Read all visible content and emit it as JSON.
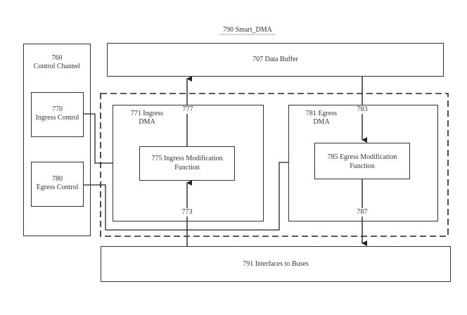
{
  "title": "790 Smart_DMA",
  "blocks": {
    "control_channel": {
      "number": "760",
      "label": "Control Channel"
    },
    "ingress_control": {
      "number": "770",
      "label": "Ingress Control"
    },
    "egress_control": {
      "number": "780",
      "label": "Egress Control"
    },
    "data_buffer": {
      "label": "707 Data Buffer"
    },
    "ingress_dma": {
      "line1": "771 Ingress",
      "line2": "DMA"
    },
    "egress_dma": {
      "line1": "781 Egress",
      "line2": "DMA"
    },
    "ingress_mod": {
      "line1": "775 Ingress Modification",
      "line2": "Function"
    },
    "egress_mod": {
      "line1": "785 Egress Modification",
      "line2": "Function"
    },
    "interfaces": {
      "label": "791 Interfaces to Buses"
    }
  },
  "connectors": {
    "c777": "777",
    "c773": "773",
    "c783": "783",
    "c787": "787"
  }
}
